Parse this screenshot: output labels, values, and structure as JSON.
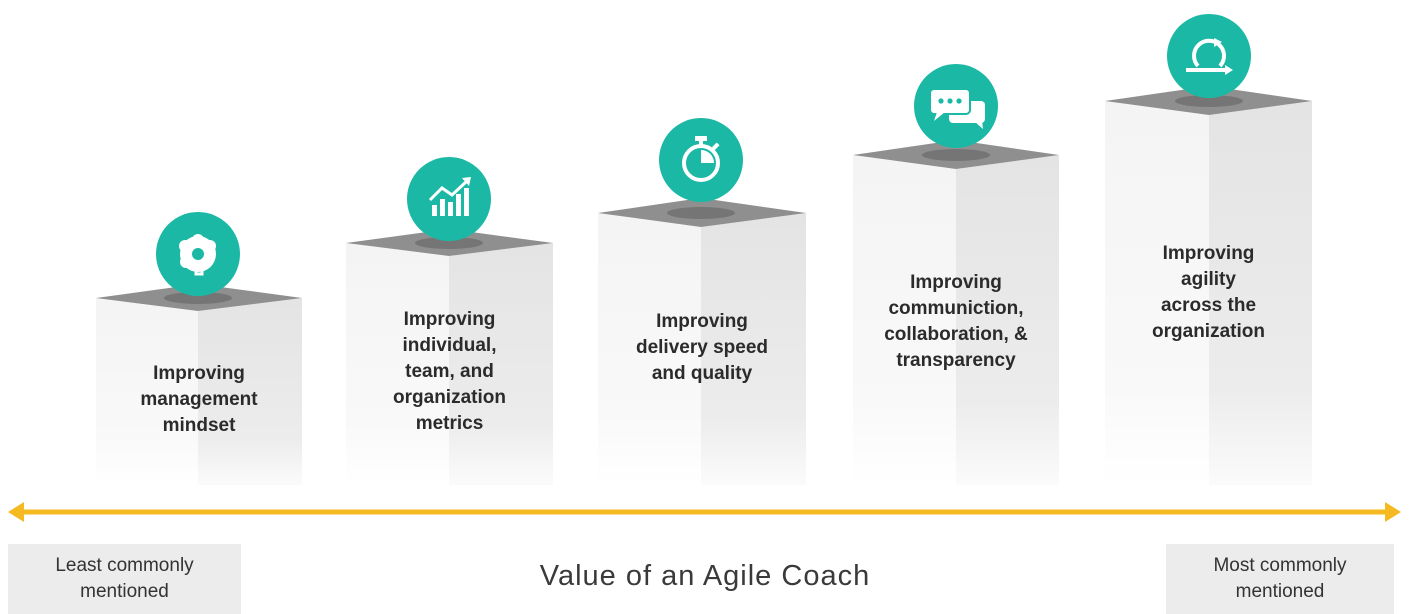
{
  "title": "Value of an Agile Coach",
  "scale": {
    "left_label_lines": [
      "Least commonly",
      "mentioned"
    ],
    "right_label_lines": [
      "Most commonly",
      "mentioned"
    ],
    "arrow_color": "#f5b921"
  },
  "colors": {
    "accent": "#1bb9a5",
    "pillar_top": "#8f8f8f",
    "pillar_front": "#f7f7f7",
    "pillar_side": "#e6e6e6"
  },
  "pillars": [
    {
      "icon": "brain-gear-icon",
      "rank": 1,
      "label_lines": [
        "Improving",
        "management",
        "mindset"
      ]
    },
    {
      "icon": "growth-chart-icon",
      "rank": 2,
      "label_lines": [
        "Improving",
        "individual,",
        "team, and",
        "organization",
        "metrics"
      ]
    },
    {
      "icon": "stopwatch-icon",
      "rank": 3,
      "label_lines": [
        "Improving",
        "delivery speed",
        "and quality"
      ]
    },
    {
      "icon": "chat-bubbles-icon",
      "rank": 4,
      "label_lines": [
        "Improving",
        "communiction,",
        "collaboration, &",
        "transparency"
      ]
    },
    {
      "icon": "agile-cycle-icon",
      "rank": 5,
      "label_lines": [
        "Improving",
        "agility",
        "across the",
        "organization"
      ]
    }
  ]
}
